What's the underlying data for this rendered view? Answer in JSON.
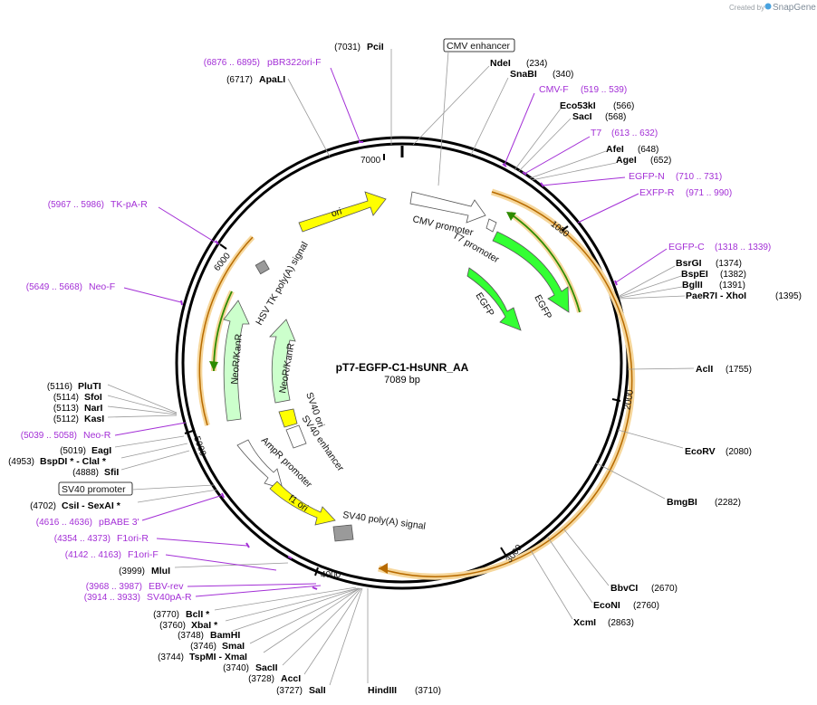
{
  "credit": {
    "prefix": "Created by",
    "brand": "SnapGene"
  },
  "plasmid": {
    "name": "pT7-EGFP-C1-HsUNR_AA",
    "length": "7089 bp"
  },
  "ticks": [
    "1000",
    "2000",
    "3000",
    "4000",
    "5000",
    "6000",
    "7000"
  ],
  "features": [
    {
      "label": "ori",
      "color": "#ffff00"
    },
    {
      "label": "CMV promoter",
      "color": "#ffffff"
    },
    {
      "label": "T7 promoter",
      "color": "#ffffff"
    },
    {
      "label": "EGFP",
      "color": "#33ff33"
    },
    {
      "label": "EGFP",
      "color": "#33ff33"
    },
    {
      "label": "HSV TK poly(A) signal",
      "color": "#9a9a9a"
    },
    {
      "label": "NeoR/KanR",
      "color": "#ccffcc"
    },
    {
      "label": "NeoR/KanR",
      "color": "#ccffcc"
    },
    {
      "label": "SV40 ori",
      "color": "#ffff00"
    },
    {
      "label": "SV40 enhancer",
      "color": "#ffffff"
    },
    {
      "label": "AmpR promoter",
      "color": "#ffffff"
    },
    {
      "label": "f1 ori",
      "color": "#ffff00"
    },
    {
      "label": "SV40 poly(A) signal",
      "color": "#9a9a9a"
    }
  ],
  "boxed_labels": [
    "CMV enhancer",
    "SV40 promoter"
  ],
  "sites": [
    {
      "pos": "(7031)",
      "name": "PciI"
    },
    {
      "pos": "(6717)",
      "name": "ApaLI"
    },
    {
      "pos": "(234)",
      "name": "NdeI"
    },
    {
      "pos": "(340)",
      "name": "SnaBI"
    },
    {
      "pos": "(566)",
      "name": "Eco53kI"
    },
    {
      "pos": "(568)",
      "name": "SacI"
    },
    {
      "pos": "(648)",
      "name": "AfeI"
    },
    {
      "pos": "(652)",
      "name": "AgeI"
    },
    {
      "pos": "(1374)",
      "name": "BsrGI"
    },
    {
      "pos": "(1382)",
      "name": "BspEI"
    },
    {
      "pos": "(1391)",
      "name": "BglII"
    },
    {
      "pos": "(1395)",
      "name": "PaeR7I  - XhoI"
    },
    {
      "pos": "(1755)",
      "name": "AclI"
    },
    {
      "pos": "(2080)",
      "name": "EcoRV"
    },
    {
      "pos": "(2282)",
      "name": "BmgBI"
    },
    {
      "pos": "(2670)",
      "name": "BbvCI"
    },
    {
      "pos": "(2760)",
      "name": "EcoNI"
    },
    {
      "pos": "(2863)",
      "name": "XcmI"
    },
    {
      "pos": "(3710)",
      "name": "HindIII"
    },
    {
      "pos": "(3727)",
      "name": "SalI"
    },
    {
      "pos": "(3728)",
      "name": "AccI"
    },
    {
      "pos": "(3740)",
      "name": "SacII"
    },
    {
      "pos": "(3744)",
      "name": "TspMI  - XmaI"
    },
    {
      "pos": "(3746)",
      "name": "SmaI"
    },
    {
      "pos": "(3748)",
      "name": "BamHI"
    },
    {
      "pos": "(3760)",
      "name": "XbaI *"
    },
    {
      "pos": "(3770)",
      "name": "BclI *"
    },
    {
      "pos": "(3999)",
      "name": "MluI"
    },
    {
      "pos": "(4702)",
      "name": "CsiI  - SexAI *"
    },
    {
      "pos": "(4888)",
      "name": "SfiI"
    },
    {
      "pos": "(4953)",
      "name": "BspDI *  - ClaI *"
    },
    {
      "pos": "(5019)",
      "name": "EagI"
    },
    {
      "pos": "(5112)",
      "name": "KasI"
    },
    {
      "pos": "(5113)",
      "name": "NarI"
    },
    {
      "pos": "(5114)",
      "name": "SfoI"
    },
    {
      "pos": "(5116)",
      "name": "PluTI"
    }
  ],
  "primers": [
    {
      "range": "(6876 .. 6895)",
      "name": "pBR322ori-F"
    },
    {
      "range": "(519 .. 539)",
      "name": "CMV-F"
    },
    {
      "range": "(613 .. 632)",
      "name": "T7"
    },
    {
      "range": "(710 .. 731)",
      "name": "EGFP-N"
    },
    {
      "range": "(971 .. 990)",
      "name": "EXFP-R"
    },
    {
      "range": "(1318 .. 1339)",
      "name": "EGFP-C"
    },
    {
      "range": "(5967 .. 5986)",
      "name": "TK-pA-R"
    },
    {
      "range": "(5649 .. 5668)",
      "name": "Neo-F"
    },
    {
      "range": "(5039 .. 5058)",
      "name": "Neo-R"
    },
    {
      "range": "(4616 .. 4636)",
      "name": "pBABE 3'"
    },
    {
      "range": "(4354 .. 4373)",
      "name": "F1ori-R"
    },
    {
      "range": "(4142 .. 4163)",
      "name": "F1ori-F"
    },
    {
      "range": "(3968 .. 3987)",
      "name": "EBV-rev"
    },
    {
      "range": "(3914 .. 3933)",
      "name": "SV40pA-R"
    }
  ],
  "colors": {
    "primer": "#a32fd6",
    "orf_highlight": "#f3c77a",
    "orf_arrow": "#b86b00",
    "green_orf": "#2e8b00"
  }
}
